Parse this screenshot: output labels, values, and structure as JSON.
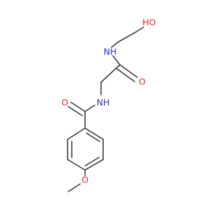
{
  "molecule": {
    "colors": {
      "bond": "#3a3a3a",
      "oxygen": "#e8242a",
      "nitrogen": "#2f2fd8"
    },
    "atoms": {
      "hydroxyl_oh": "HO",
      "amide_nh_top": "NH",
      "amide_o_top": "O",
      "amide_nh_middle": "NH",
      "amide_o_left": "O",
      "ether_o": "O"
    }
  }
}
